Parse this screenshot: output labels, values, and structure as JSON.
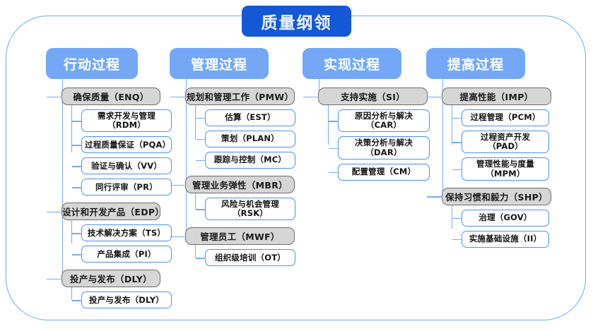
{
  "root": {
    "title": "质量纲领"
  },
  "columns": [
    {
      "id": "col1",
      "header": "行动过程",
      "groups": [
        {
          "label": "确保质量（ENQ）",
          "children": [
            "需求开发与管理（RDM）",
            "过程质量保证（PQA）",
            "验证与确认（VV）",
            "同行评审（PR）"
          ]
        },
        {
          "label": "设计和开发产品（EDP）",
          "children": [
            "技术解决方案（TS）",
            "产品集成（PI）"
          ]
        },
        {
          "label": "投产与发布（DLY）",
          "children": [
            "投产与发布（DLY）"
          ]
        }
      ]
    },
    {
      "id": "col2",
      "header": "管理过程",
      "groups": [
        {
          "label": "规划和管理工作（PMW）",
          "children": [
            "估算（EST）",
            "策划（PLAN）",
            "跟踪与控制（MC）"
          ]
        },
        {
          "label": "管理业务弹性（MBR）",
          "children": [
            "风险与机会管理（RSK）"
          ]
        },
        {
          "label": "管理员工（MWF）",
          "children": [
            "组织级培训（OT）"
          ]
        }
      ]
    },
    {
      "id": "col3",
      "header": "实现过程",
      "groups": [
        {
          "label": "支持实施（SI）",
          "children": [
            "原因分析与解决（CAR）",
            "决策分析与解决（DAR）",
            "配置管理（CM）"
          ]
        }
      ]
    },
    {
      "id": "col4",
      "header": "提高过程",
      "groups": [
        {
          "label": "提高性能（IMP）",
          "children": [
            "过程管理（PCM）",
            "过程资产开发（PAD）",
            "管理性能与度量（MPM）"
          ]
        },
        {
          "label": "保持习惯和毅力（SHP）",
          "children": [
            "治理（GOV）",
            "实施基础设施（II）"
          ]
        }
      ]
    }
  ],
  "colors": {
    "root_chip": "#1558d6",
    "column_header": "#74a8f7",
    "group_fill": "#d6d6d6",
    "group_border": "#6d6d6d",
    "leaf_border": "#4f8ff0",
    "connector": "#7aaaf2",
    "frame_border": "#6fa8f5"
  }
}
